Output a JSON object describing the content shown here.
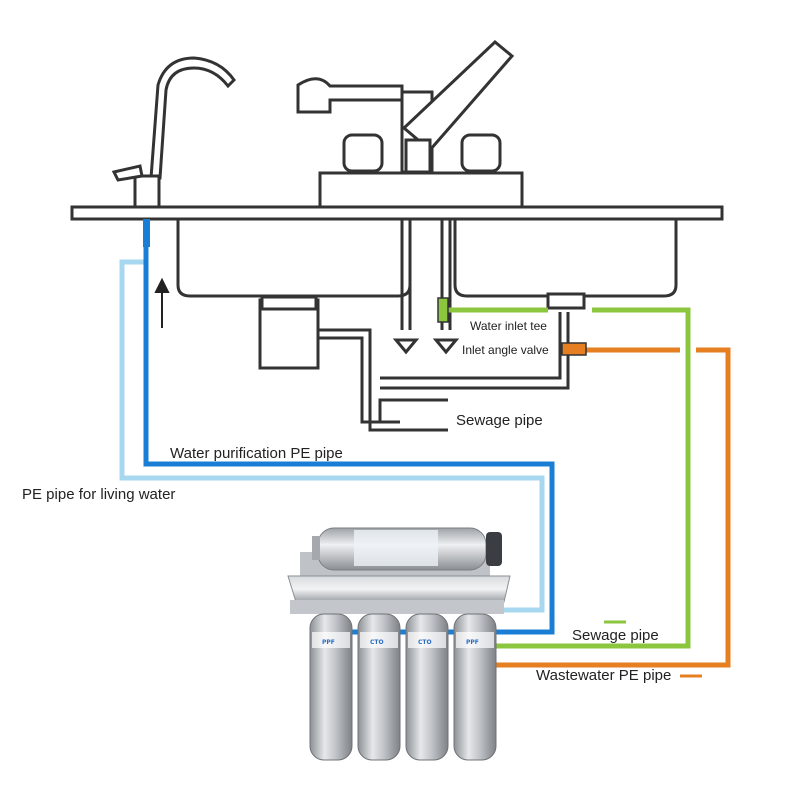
{
  "labels": {
    "water_inlet_tee": "Water inlet tee",
    "inlet_angle_valve": "Inlet angle valve",
    "sewage_pipe_top": "Sewage pipe",
    "water_purification_pipe": "Water purification PE pipe",
    "living_water_pipe": "PE pipe for living water",
    "sewage_pipe_bottom": "Sewage pipe",
    "wastewater_pipe": "Wastewater PE pipe"
  },
  "filter_tags": [
    "PPF",
    "CTO",
    "CTO",
    "PPF"
  ],
  "colors": {
    "purified_line": "#1a7fd4",
    "living_line": "#a8d8f0",
    "sewage_line": "#8cc63f",
    "wastewater_line": "#e67e22",
    "outline": "#333333",
    "steel": "#c9ccd0"
  },
  "icons": [
    "faucet-icon",
    "purifier-tap-icon",
    "sink-icon",
    "drain-icon",
    "filter-cartridge-icon",
    "up-arrow-icon"
  ]
}
